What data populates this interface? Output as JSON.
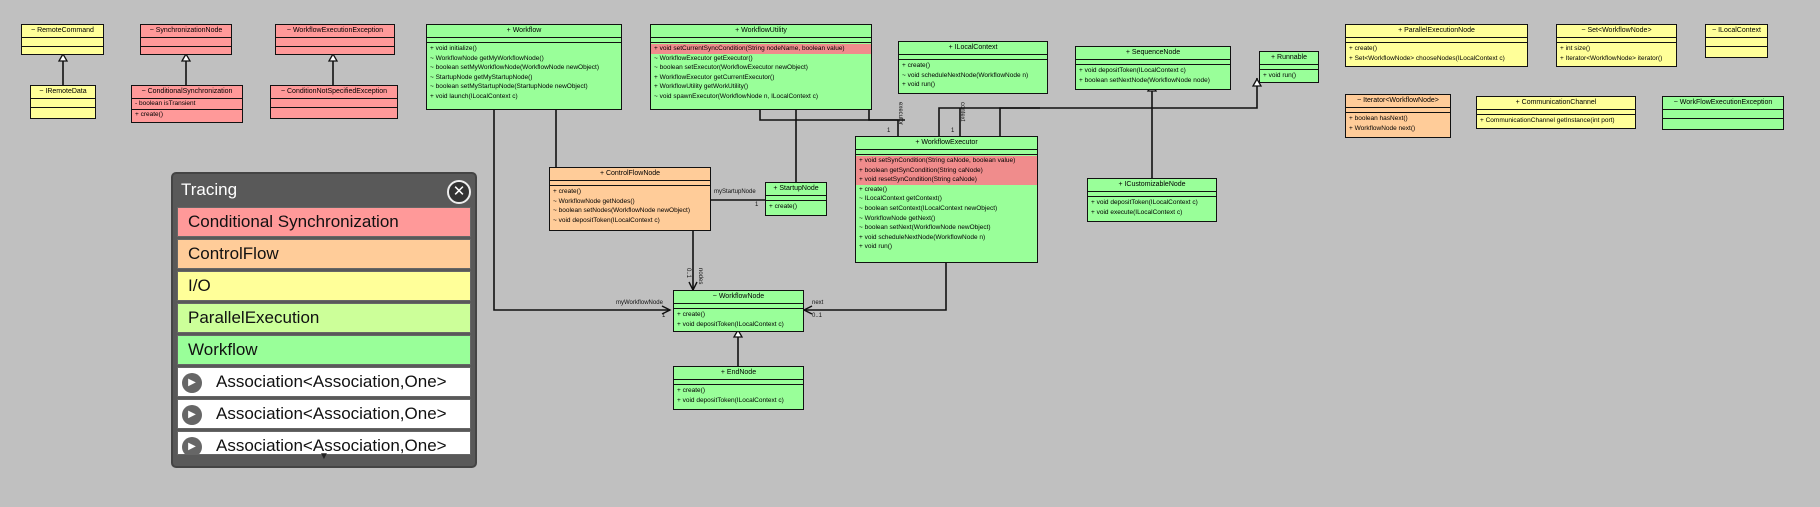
{
  "colors": {
    "io": "#ffff99",
    "condsync": "#ff9999",
    "workflow": "#99ff99",
    "controlflow": "#ffcc99",
    "parallel": "#ccff99"
  },
  "classes": {
    "remote_command": {
      "title": "~ RemoteCommand",
      "members": []
    },
    "iremote_data": {
      "title": "~ IRemoteData",
      "members": []
    },
    "synchronization_node": {
      "title": "~ SynchronizationNode",
      "members": []
    },
    "conditional_synchronization": {
      "title": "~ ConditionalSynchronization",
      "attributes": [
        "- boolean isTransient"
      ],
      "members": [
        "+ create()"
      ]
    },
    "workflow_execution_exception": {
      "title": "~ WorkflowExecutionException",
      "members": []
    },
    "condition_not_specified_exception": {
      "title": "~ ConditionNotSpecifiedException",
      "members": []
    },
    "workflow": {
      "title": "+ Workflow",
      "members": [
        "+ void initialize()",
        "~ WorkflowNode getMyWorkflowNode()",
        "~ boolean setMyWorkflowNode(WorkflowNode newObject)",
        "~ StartupNode getMyStartupNode()",
        "~ boolean setMyStartupNode(StartupNode newObject)",
        "+ void launch(ILocalContext c)"
      ]
    },
    "workflow_utility": {
      "title": "+ WorkflowUtility",
      "members": [
        "+ void setCurrentSyncCondition(String nodeName, boolean value)",
        "~ WorkflowExecutor getExecutor()",
        "~ boolean setExecutor(WorkflowExecutor newObject)",
        "+ WorkflowExecutor getCurrentExecutor()",
        "+ WorkflowUtility getWorkUtility()",
        "~ void spawnExecutor(WorkflowNode n, ILocalContext c)"
      ]
    },
    "ilocal_context_iface": {
      "title": "+ ILocalContext",
      "members": [
        "+ create()",
        "~ void scheduleNextNode(WorkflowNode n)",
        "+ void run()"
      ]
    },
    "sequence_node": {
      "title": "+ SequenceNode",
      "members": [
        "+ void depositToken(ILocalContext c)",
        "+ boolean setNextNode(WorkflowNode node)"
      ]
    },
    "runnable": {
      "title": "+ Runnable",
      "members": [
        "+ void run()"
      ]
    },
    "parallel_execution_node": {
      "title": "+ ParallelExecutionNode",
      "members": [
        "+ create()",
        "+ Set<WorkflowNode> chooseNodes(ILocalContext c)"
      ]
    },
    "set_workflow_node": {
      "title": "~ Set<WorkflowNode>",
      "members": [
        "+ int size()",
        "+ Iterator<WorkflowNode> iterator()"
      ]
    },
    "ilocal_context": {
      "title": "~ ILocalContext",
      "members": []
    },
    "iterator_workflow_node": {
      "title": "~ Iterator<WorkflowNode>",
      "members": [
        "+ boolean hasNext()",
        "+ WorkflowNode next()"
      ]
    },
    "communication_channel": {
      "title": "+ CommunicationChannel",
      "members": [
        "+ CommunicationChannel getInstance(int port)"
      ]
    },
    "workflow_execution_exception2": {
      "title": "~ WorkFlowExecutionException",
      "members": []
    },
    "control_flow_node": {
      "title": "+ ControlFlowNode",
      "members": [
        "+ create()",
        "~ WorkflowNode getNodes()",
        "~ boolean setNodes(WorkflowNode newObject)",
        "~ void depositToken(ILocalContext c)"
      ]
    },
    "startup_node": {
      "title": "+ StartupNode",
      "members": [
        "+ create()"
      ]
    },
    "workflow_executor": {
      "title": "+ WorkflowExecutor",
      "members": [
        "+ void setSynCondition(String caNode, boolean value)",
        "+ boolean getSynCondition(String caNode)",
        "+ void resetSynCondition(String caNode)",
        "+ create()",
        "~ ILocalContext getContext()",
        "~ boolean setContext(ILocalContext newObject)",
        "~ WorkflowNode getNext()",
        "~ boolean setNext(WorkflowNode newObject)",
        "+ void scheduleNextNode(WorkflowNode n)",
        "+ void run()"
      ]
    },
    "icustomizable_node": {
      "title": "+ ICustomizableNode",
      "members": [
        "+ void depositToken(ILocalContext c)",
        "+ void execute(ILocalContext c)"
      ]
    },
    "workflow_node": {
      "title": "~ WorkflowNode",
      "members": [
        "+ create()",
        "+ void depositToken(ILocalContext c)"
      ]
    },
    "end_node": {
      "title": "+ EndNode",
      "members": [
        "+ create()",
        "+ void depositToken(ILocalContext c)"
      ]
    }
  },
  "edge_labels": {
    "my_startup_node": "myStartupNode",
    "my_startup_mult": "1",
    "nodes": "nodes",
    "nodes_mult": "0..1",
    "my_workflow_node": "myWorkflowNode",
    "my_workflow_mult": "1",
    "next": "next",
    "next_mult": "0..1",
    "executor": "executor",
    "executor_mult": "1",
    "context": "context",
    "context_mult": "1"
  },
  "tracing": {
    "title": "Tracing",
    "close_icon": "close-icon",
    "categories": [
      {
        "label": "Conditional Synchronization",
        "color": "#ff9999"
      },
      {
        "label": "ControlFlow",
        "color": "#ffcc99"
      },
      {
        "label": "I/O",
        "color": "#ffff99"
      },
      {
        "label": "ParallelExecution",
        "color": "#ccff99"
      },
      {
        "label": "Workflow",
        "color": "#99ff99"
      }
    ],
    "associations": [
      "Association<Association,One>",
      "Association<Association,One>",
      "Association<Association,One>"
    ],
    "play_icon": "play-icon",
    "scroll_icon": "chevron-down-icon"
  }
}
